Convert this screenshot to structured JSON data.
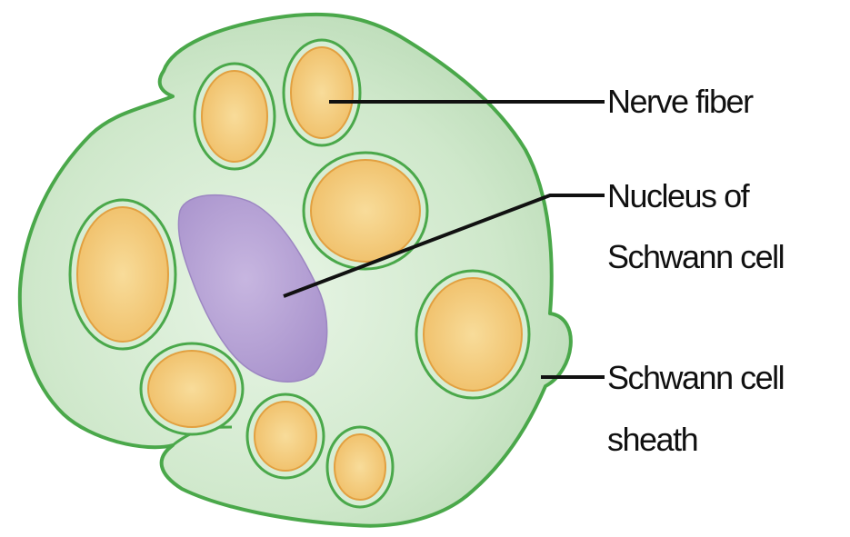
{
  "labels": {
    "nerve_fiber": "Nerve fiber",
    "nucleus_line1": "Nucleus of",
    "nucleus_line2": "Schwann cell",
    "sheath_line1": "Schwann cell",
    "sheath_line2": "sheath"
  },
  "colors": {
    "sheath_fill": "#c9e4c6",
    "sheath_stroke": "#4aa84a",
    "fiber_fill": "#f3c978",
    "fiber_stroke": "#e2a040",
    "nucleus_fill": "#b5a2d4",
    "leader_line": "#111111"
  },
  "icons": {
    "nerve_fiber": "nerve-fiber-icon",
    "nucleus": "nucleus-icon",
    "sheath": "schwann-sheath-icon"
  }
}
